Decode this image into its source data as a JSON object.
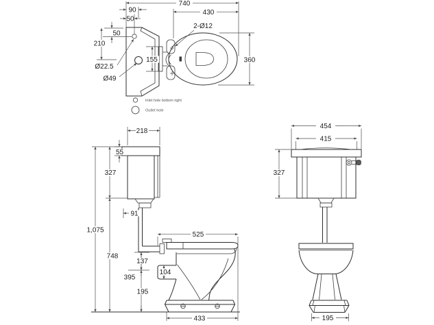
{
  "drawing": {
    "legend": {
      "inlet_label": "Inlet hole bottom right",
      "outlet_label": "Outlet hole"
    },
    "plan_view": {
      "overall_depth": "740",
      "seat_depth": "430",
      "hinge_holes": "2-Ø12",
      "dim_90": "90",
      "dim_50_top": "50",
      "dim_50_left": "50",
      "dim_210": "210",
      "inlet_diameter": "Ø22.5",
      "outlet_diameter": "Ø49",
      "dim_155": "155",
      "pan_width": "360"
    },
    "side_view": {
      "cistern_depth": "218",
      "lid_height": "55",
      "cistern_height": "327",
      "overall_height": "1,075",
      "floor_to_cistern": "748",
      "pipe_offset": "91",
      "pan_projection": "525",
      "dim_137": "137",
      "dim_104": "104",
      "dim_395": "395",
      "dim_195": "195",
      "base_depth": "433"
    },
    "front_view": {
      "lid_width": "454",
      "body_width": "415",
      "cistern_height": "327",
      "base_width": "195"
    }
  },
  "colors": {
    "object_line": "#2b2b2b",
    "dimension_line": "#4d4d4d",
    "text": "#1c1c1c"
  }
}
